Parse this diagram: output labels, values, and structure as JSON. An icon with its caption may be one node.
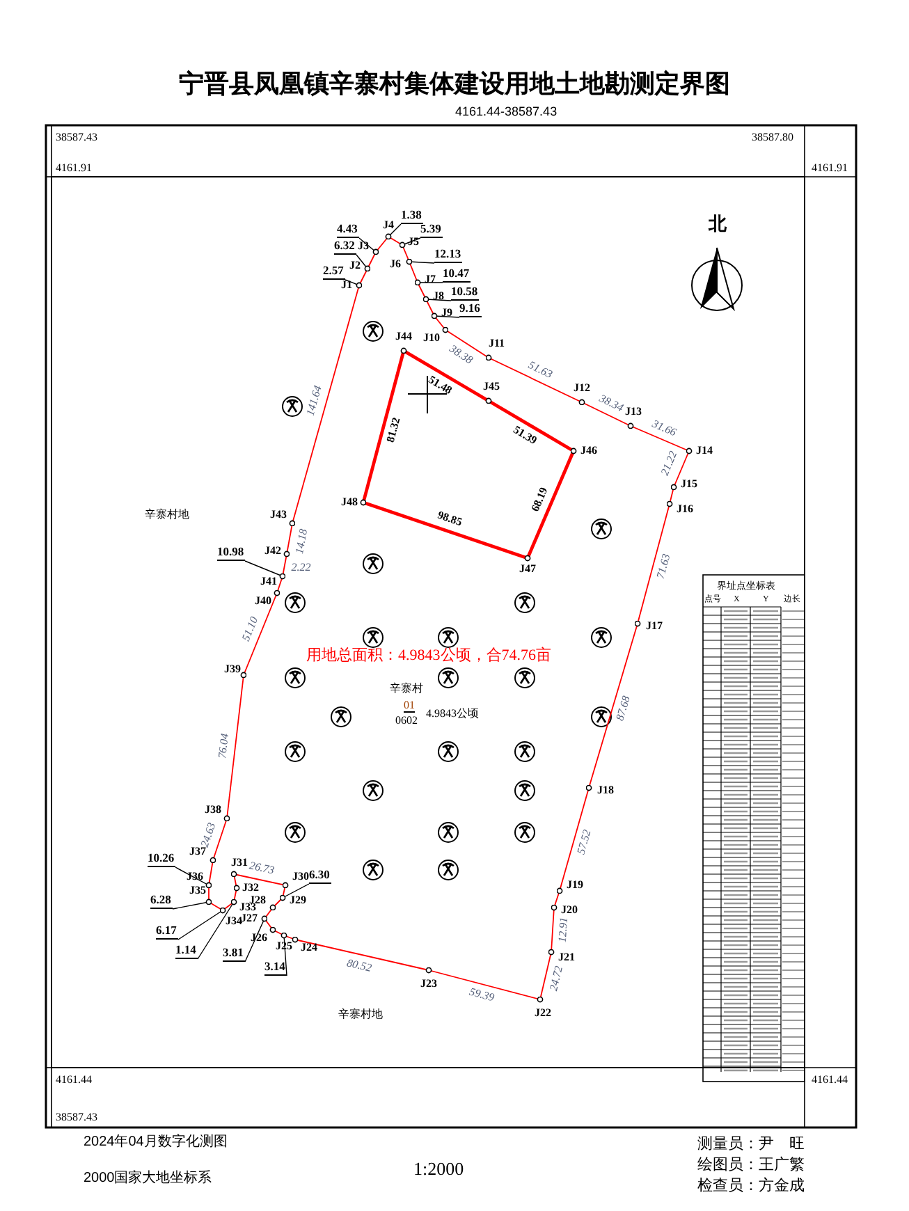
{
  "diagram": {
    "title": "宁晋县凤凰镇辛寨村集体建设用地土地勘测定界图",
    "nodes": [
      {
        "text": [
          "J1"
        ]
      },
      {
        "text": [
          "J2"
        ]
      },
      {
        "text": [
          "J3"
        ]
      },
      {
        "text": [
          "J4"
        ]
      },
      {
        "text": [
          "J5"
        ]
      },
      {
        "text": [
          "J6"
        ]
      },
      {
        "text": [
          "J7"
        ]
      },
      {
        "text": [
          "J8"
        ]
      },
      {
        "text": [
          "J9"
        ]
      },
      {
        "text": [
          "J10"
        ]
      },
      {
        "text": [
          "J11"
        ]
      },
      {
        "text": [
          "J12"
        ]
      },
      {
        "text": [
          "J13"
        ]
      },
      {
        "text": [
          "J14"
        ]
      },
      {
        "text": [
          "J15"
        ]
      },
      {
        "text": [
          "J16"
        ]
      },
      {
        "text": [
          "J17"
        ]
      },
      {
        "text": [
          "J18"
        ]
      },
      {
        "text": [
          "J19"
        ]
      },
      {
        "text": [
          "J20"
        ]
      },
      {
        "text": [
          "J21"
        ]
      },
      {
        "text": [
          "J22"
        ]
      },
      {
        "text": [
          "J23"
        ]
      },
      {
        "text": [
          "J24"
        ]
      },
      {
        "text": [
          "J25"
        ]
      },
      {
        "text": [
          "J26"
        ]
      },
      {
        "text": [
          "J27"
        ]
      },
      {
        "text": [
          "J28"
        ]
      },
      {
        "text": [
          "J29"
        ]
      },
      {
        "text": [
          "J30"
        ]
      },
      {
        "text": [
          "J31"
        ]
      },
      {
        "text": [
          "J32"
        ]
      },
      {
        "text": [
          "J33"
        ]
      },
      {
        "text": [
          "J34"
        ]
      },
      {
        "text": [
          "J35"
        ]
      },
      {
        "text": [
          "J36"
        ]
      },
      {
        "text": [
          "J37"
        ]
      },
      {
        "text": [
          "J38"
        ]
      },
      {
        "text": [
          "J39"
        ]
      },
      {
        "text": [
          "J40"
        ]
      },
      {
        "text": [
          "J41"
        ]
      },
      {
        "text": [
          "J42"
        ]
      },
      {
        "text": [
          "J43"
        ]
      },
      {
        "text": [
          "J44"
        ]
      },
      {
        "text": [
          "J45"
        ]
      },
      {
        "text": [
          "J46"
        ]
      },
      {
        "text": [
          "J47"
        ]
      },
      {
        "text": [
          "J48"
        ]
      },
      {
        "text": [
          "1.38"
        ]
      },
      {
        "text": [
          "5.39"
        ]
      },
      {
        "text": [
          "4.43"
        ]
      },
      {
        "text": [
          "6.32"
        ]
      },
      {
        "text": [
          "2.57"
        ]
      },
      {
        "text": [
          "12.13"
        ]
      },
      {
        "text": [
          "10.47"
        ]
      },
      {
        "text": [
          "10.58"
        ]
      },
      {
        "text": [
          "9.16"
        ]
      },
      {
        "text": [
          "10.98"
        ]
      },
      {
        "text": [
          "10.26"
        ]
      },
      {
        "text": [
          "6.28"
        ]
      },
      {
        "text": [
          "6.17"
        ]
      },
      {
        "text": [
          "1.14"
        ]
      },
      {
        "text": [
          "3.81"
        ]
      },
      {
        "text": [
          "3.14"
        ]
      },
      {
        "text": [
          "6.30"
        ]
      }
    ],
    "edges": [
      {
        "from": 0,
        "to": 1,
        "arrow": "none",
        "color": "#ff0000"
      },
      {
        "from": 1,
        "to": 2,
        "arrow": "none",
        "color": "#ff0000"
      },
      {
        "from": 2,
        "to": 3,
        "arrow": "none",
        "color": "#ff0000"
      },
      {
        "from": 3,
        "to": 4,
        "arrow": "none",
        "color": "#ff0000"
      },
      {
        "from": 4,
        "to": 5,
        "arrow": "none",
        "color": "#ff0000"
      },
      {
        "from": 5,
        "to": 6,
        "arrow": "none",
        "color": "#ff0000"
      },
      {
        "from": 6,
        "to": 7,
        "arrow": "none",
        "color": "#ff0000"
      },
      {
        "from": 7,
        "to": 8,
        "arrow": "none",
        "color": "#ff0000"
      },
      {
        "from": 8,
        "to": 9,
        "arrow": "none",
        "color": "#ff0000"
      },
      {
        "from": 9,
        "to": 10,
        "arrow": "none",
        "label": "38.38",
        "color": "#ff0000"
      },
      {
        "from": 10,
        "to": 11,
        "arrow": "none",
        "label": "51.63",
        "color": "#ff0000"
      },
      {
        "from": 11,
        "to": 12,
        "arrow": "none",
        "label": "38.34",
        "color": "#ff0000"
      },
      {
        "from": 12,
        "to": 13,
        "arrow": "none",
        "label": "31.66",
        "color": "#ff0000"
      },
      {
        "from": 13,
        "to": 14,
        "arrow": "none",
        "label": "21.22",
        "color": "#ff0000"
      },
      {
        "from": 14,
        "to": 15,
        "arrow": "none",
        "color": "#ff0000"
      },
      {
        "from": 15,
        "to": 16,
        "arrow": "none",
        "label": "71.63",
        "color": "#ff0000"
      },
      {
        "from": 16,
        "to": 17,
        "arrow": "none",
        "label": "87.68",
        "color": "#ff0000"
      },
      {
        "from": 17,
        "to": 18,
        "arrow": "none",
        "label": "57.52",
        "color": "#ff0000"
      },
      {
        "from": 18,
        "to": 19,
        "arrow": "none",
        "color": "#ff0000"
      },
      {
        "from": 19,
        "to": 20,
        "arrow": "none",
        "label": "12.91",
        "color": "#ff0000"
      },
      {
        "from": 20,
        "to": 21,
        "arrow": "none",
        "label": "24.72",
        "color": "#ff0000"
      },
      {
        "from": 21,
        "to": 22,
        "arrow": "none",
        "label": "59.39",
        "color": "#ff0000"
      },
      {
        "from": 22,
        "to": 23,
        "arrow": "none",
        "label": "80.52",
        "color": "#ff0000"
      },
      {
        "from": 23,
        "to": 24,
        "arrow": "none",
        "color": "#ff0000"
      },
      {
        "from": 24,
        "to": 25,
        "arrow": "none",
        "color": "#ff0000"
      },
      {
        "from": 25,
        "to": 26,
        "arrow": "none",
        "color": "#ff0000"
      },
      {
        "from": 26,
        "to": 27,
        "arrow": "none",
        "color": "#ff0000"
      },
      {
        "from": 27,
        "to": 28,
        "arrow": "none",
        "color": "#ff0000"
      },
      {
        "from": 28,
        "to": 29,
        "arrow": "none",
        "color": "#ff0000"
      },
      {
        "from": 29,
        "to": 30,
        "arrow": "none",
        "label": "26.73",
        "color": "#ff0000"
      },
      {
        "from": 30,
        "to": 31,
        "arrow": "none",
        "color": "#ff0000"
      },
      {
        "from": 31,
        "to": 32,
        "arrow": "none",
        "color": "#ff0000"
      },
      {
        "from": 32,
        "to": 33,
        "arrow": "none",
        "color": "#ff0000"
      },
      {
        "from": 33,
        "to": 34,
        "arrow": "none",
        "color": "#ff0000"
      },
      {
        "from": 34,
        "to": 35,
        "arrow": "none",
        "color": "#ff0000"
      },
      {
        "from": 35,
        "to": 36,
        "arrow": "none",
        "color": "#ff0000"
      },
      {
        "from": 36,
        "to": 37,
        "arrow": "none",
        "label": "24.63",
        "color": "#ff0000"
      },
      {
        "from": 37,
        "to": 38,
        "arrow": "none",
        "label": "76.04",
        "color": "#ff0000"
      },
      {
        "from": 38,
        "to": 39,
        "arrow": "none",
        "label": "51.10",
        "color": "#ff0000"
      },
      {
        "from": 39,
        "to": 40,
        "arrow": "none",
        "color": "#ff0000"
      },
      {
        "from": 40,
        "to": 41,
        "arrow": "none",
        "label": "2.22",
        "color": "#ff0000"
      },
      {
        "from": 41,
        "to": 42,
        "arrow": "none",
        "label": "14.18",
        "color": "#ff0000"
      },
      {
        "from": 42,
        "to": 0,
        "arrow": "none",
        "label": "141.64",
        "color": "#ff0000"
      },
      {
        "from": 43,
        "to": 44,
        "arrow": "none",
        "label": "51.48",
        "style": "thick",
        "color": "#ff0000"
      },
      {
        "from": 44,
        "to": 45,
        "arrow": "none",
        "label": "51.39",
        "style": "thick",
        "color": "#ff0000"
      },
      {
        "from": 45,
        "to": 46,
        "arrow": "none",
        "label": "68.19",
        "style": "thick",
        "color": "#ff0000"
      },
      {
        "from": 46,
        "to": 47,
        "arrow": "none",
        "label": "98.85",
        "style": "thick",
        "color": "#ff0000"
      },
      {
        "from": 47,
        "to": 43,
        "arrow": "none",
        "label": "81.32",
        "style": "thick",
        "color": "#ff0000"
      },
      {
        "from": 48,
        "to": 3,
        "arrow": "none",
        "color": "#000000"
      },
      {
        "from": 49,
        "to": 4,
        "arrow": "none",
        "color": "#000000"
      },
      {
        "from": 50,
        "to": 2,
        "arrow": "none",
        "color": "#000000"
      },
      {
        "from": 51,
        "to": 1,
        "arrow": "none",
        "color": "#000000"
      },
      {
        "from": 52,
        "to": 0,
        "arrow": "none",
        "color": "#000000"
      },
      {
        "from": 53,
        "to": 5,
        "arrow": "none",
        "color": "#000000"
      },
      {
        "from": 54,
        "to": 6,
        "arrow": "none",
        "color": "#000000"
      },
      {
        "from": 55,
        "to": 7,
        "arrow": "none",
        "color": "#000000"
      },
      {
        "from": 56,
        "to": 8,
        "arrow": "none",
        "color": "#000000"
      },
      {
        "from": 57,
        "to": 40,
        "arrow": "none",
        "color": "#000000"
      },
      {
        "from": 58,
        "to": 35,
        "arrow": "none",
        "color": "#000000"
      },
      {
        "from": 59,
        "to": 34,
        "arrow": "none",
        "color": "#000000"
      },
      {
        "from": 60,
        "to": 33,
        "arrow": "none",
        "color": "#000000"
      },
      {
        "from": 61,
        "to": 32,
        "arrow": "none",
        "color": "#000000"
      },
      {
        "from": 62,
        "to": 26,
        "arrow": "none",
        "color": "#000000"
      },
      {
        "from": 63,
        "to": 24,
        "arrow": "none",
        "color": "#000000"
      },
      {
        "from": 64,
        "to": 28,
        "arrow": "none",
        "color": "#000000"
      }
    ],
    "labels": [
      "4161.44-38587.43",
      "38587.43",
      "38587.80",
      "4161.91",
      "4161.91",
      "北",
      "辛寨村地",
      "用地总面积：4.9843公顷，合74.76亩",
      "辛寨村",
      "01",
      "0602",
      "4.9843公顷",
      "界址点坐标表",
      "点号",
      "X",
      "Y",
      "边长",
      "辛寨村地",
      "4161.44",
      "4161.44",
      "38587.43",
      "2024年04月数字化测图",
      "测量员：尹　旺",
      "1:2000",
      "绘图员：王广繁",
      "2000国家大地坐标系",
      "检查员：方金成"
    ]
  }
}
